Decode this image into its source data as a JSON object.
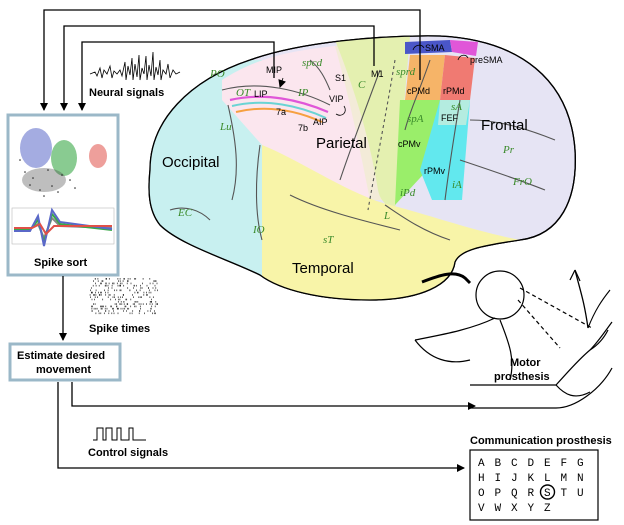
{
  "labels": {
    "neural_signals": "Neural signals",
    "spike_sort": "Spike sort",
    "spike_times": "Spike times",
    "estimate_line1": "Estimate desired",
    "estimate_line2": "movement",
    "control_signals": "Control signals",
    "motor_line1": "Motor",
    "motor_line2": "prosthesis",
    "communication": "Communication prosthesis"
  },
  "lobes": {
    "occipital": "Occipital",
    "parietal": "Parietal",
    "temporal": "Temporal",
    "frontal": "Frontal"
  },
  "areas": {
    "mip": "MIP",
    "lip": "LIP",
    "a7a": "7a",
    "a7b": "7b",
    "aip": "AIP",
    "vip": "VIP",
    "s1": "S1",
    "m1": "M1",
    "cpmd": "cPMd",
    "rpmd": "rPMd",
    "cpmv": "cPMv",
    "rpmv": "rPMv",
    "fef": "FEF",
    "sma": "SMA",
    "presma": "preSMA"
  },
  "sulci": {
    "po": "PO",
    "spcd": "spcd",
    "ot": "OT",
    "ip": "IP",
    "lu": "Lu",
    "c": "C",
    "sprd": "sprd",
    "spa": "spA",
    "sa": "sA",
    "ec": "EC",
    "io": "IO",
    "st": "sT",
    "l": "L",
    "ipd": "iPd",
    "ia": "iA",
    "pr": "Pr",
    "fro": "FrO"
  },
  "letter_grid": [
    [
      "A",
      "B",
      "C",
      "D",
      "E",
      "F",
      "G"
    ],
    [
      "H",
      "I",
      "J",
      "K",
      "L",
      "M",
      "N"
    ],
    [
      "O",
      "P",
      "Q",
      "R",
      "S",
      "T",
      "U"
    ],
    [
      "V",
      "W",
      "X",
      "Y",
      "Z"
    ]
  ],
  "selected_letter": "S",
  "colors": {
    "occipital": "#c8f0f0",
    "temporal": "#f8f4a8",
    "parietal": "#fbe6ee",
    "frontal": "#e6e4f4",
    "m1": "#e4f0b0",
    "s1": "#f3ebd8",
    "cpmd": "#f6b468",
    "rpmd": "#f07a72",
    "cpmv": "#9aee6a",
    "rpmv": "#62e8ee",
    "sma": "#4a56c8",
    "presma": "#e056d8"
  }
}
